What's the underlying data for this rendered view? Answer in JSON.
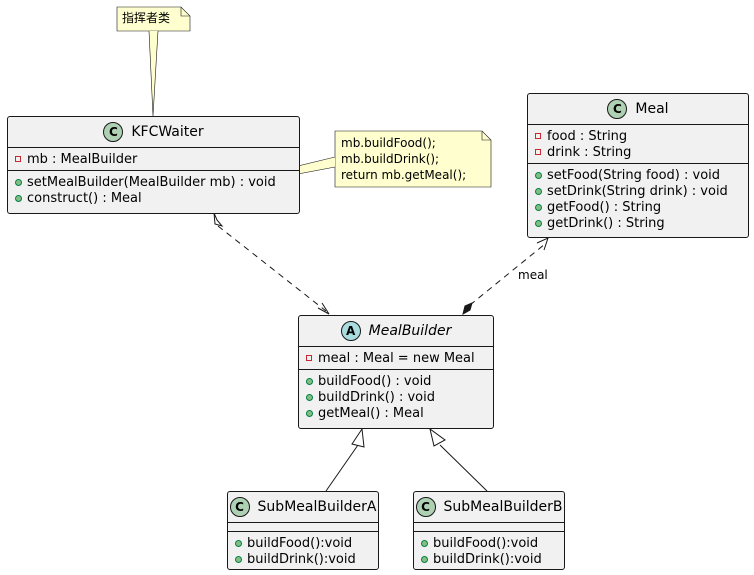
{
  "notes": {
    "director": "指挥者类",
    "construct": [
      "mb.buildFood();",
      "mb.buildDrink();",
      "return mb.getMeal();"
    ]
  },
  "classes": {
    "kfcwaiter": {
      "stereotype": "C",
      "name": "KFCWaiter",
      "fields": [
        {
          "vis": "private",
          "text": "mb : MealBuilder"
        }
      ],
      "methods": [
        {
          "vis": "public",
          "text": "setMealBuilder(MealBuilder mb) : void"
        },
        {
          "vis": "public",
          "text": "construct() : Meal"
        }
      ]
    },
    "meal": {
      "stereotype": "C",
      "name": "Meal",
      "fields": [
        {
          "vis": "private",
          "text": "food : String"
        },
        {
          "vis": "private",
          "text": "drink : String"
        }
      ],
      "methods": [
        {
          "vis": "public",
          "text": "setFood(String food) : void"
        },
        {
          "vis": "public",
          "text": "setDrink(String drink) : void"
        },
        {
          "vis": "public",
          "text": "getFood() : String"
        },
        {
          "vis": "public",
          "text": "getDrink() : String"
        }
      ]
    },
    "mealbuilder": {
      "stereotype": "A",
      "name": "MealBuilder",
      "fields": [
        {
          "vis": "private",
          "text": "meal : Meal = new Meal"
        }
      ],
      "methods": [
        {
          "vis": "public",
          "text": "buildFood() : void"
        },
        {
          "vis": "public",
          "text": "buildDrink() : void"
        },
        {
          "vis": "public",
          "text": "getMeal() : Meal"
        }
      ]
    },
    "submealbuildera": {
      "stereotype": "C",
      "name": "SubMealBuilderA",
      "fields": [],
      "methods": [
        {
          "vis": "public",
          "text": "buildFood():void"
        },
        {
          "vis": "public",
          "text": "buildDrink():void"
        }
      ]
    },
    "submealbuilderb": {
      "stereotype": "C",
      "name": "SubMealBuilderB",
      "fields": [],
      "methods": [
        {
          "vis": "public",
          "text": "buildFood():void"
        },
        {
          "vis": "public",
          "text": "buildDrink():void"
        }
      ]
    }
  },
  "edges": {
    "meal_label": "meal"
  },
  "colors": {
    "class_fill": "#f1f1f1",
    "note_fill": "#fefece",
    "class_stereotype": "#add1b2",
    "abstract_stereotype": "#a9dcdf",
    "private_marker": "#c82930",
    "public_marker": "#84be84"
  }
}
